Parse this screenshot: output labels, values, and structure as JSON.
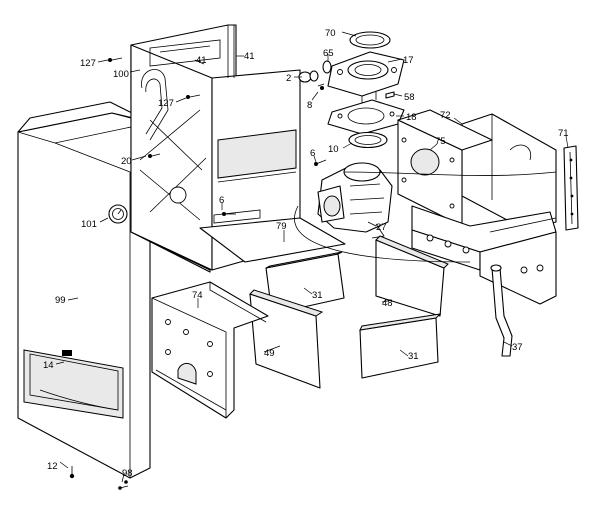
{
  "callouts": [
    {
      "id": "c70",
      "text": "70"
    },
    {
      "id": "c65",
      "text": "65"
    },
    {
      "id": "c17",
      "text": "17"
    },
    {
      "id": "c2",
      "text": "2"
    },
    {
      "id": "c8",
      "text": "8"
    },
    {
      "id": "c58",
      "text": "58"
    },
    {
      "id": "c18",
      "text": "18"
    },
    {
      "id": "c10",
      "text": "10"
    },
    {
      "id": "c127a",
      "text": "127"
    },
    {
      "id": "c100",
      "text": "100"
    },
    {
      "id": "c41a",
      "text": "41"
    },
    {
      "id": "c41b",
      "text": "41"
    },
    {
      "id": "c127b",
      "text": "127"
    },
    {
      "id": "c20",
      "text": "20"
    },
    {
      "id": "c101",
      "text": "101"
    },
    {
      "id": "c6a",
      "text": "6"
    },
    {
      "id": "c6b",
      "text": "6"
    },
    {
      "id": "c79",
      "text": "79"
    },
    {
      "id": "c27",
      "text": "27"
    },
    {
      "id": "c72",
      "text": "72"
    },
    {
      "id": "c75",
      "text": "75"
    },
    {
      "id": "c71",
      "text": "71"
    },
    {
      "id": "c99",
      "text": "99"
    },
    {
      "id": "c74",
      "text": "74"
    },
    {
      "id": "c31a",
      "text": "31"
    },
    {
      "id": "c48",
      "text": "48"
    },
    {
      "id": "c31b",
      "text": "31"
    },
    {
      "id": "c49",
      "text": "49"
    },
    {
      "id": "c14",
      "text": "14"
    },
    {
      "id": "c37",
      "text": "37"
    },
    {
      "id": "c12",
      "text": "12"
    },
    {
      "id": "c98",
      "text": "98"
    }
  ]
}
